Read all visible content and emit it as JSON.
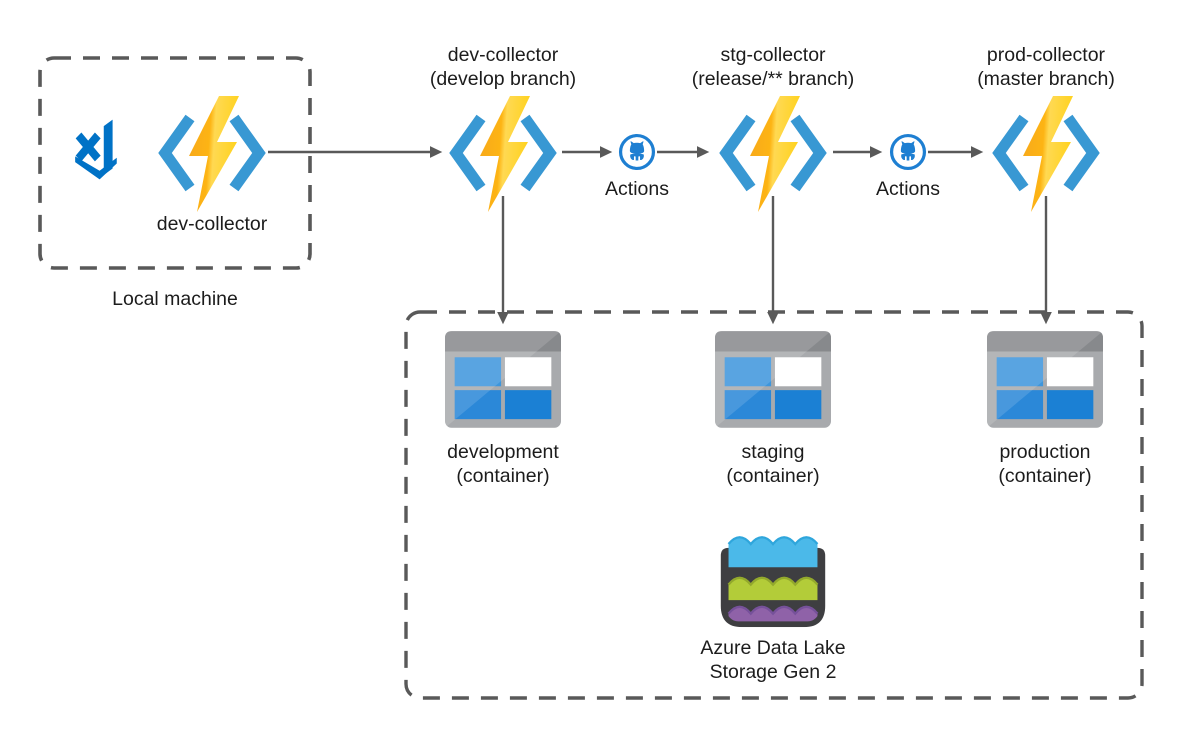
{
  "local_machine": {
    "box_label": "Local machine",
    "function_label": "dev-collector"
  },
  "pipeline": [
    {
      "title": "dev-collector",
      "subtitle": "(develop branch)"
    },
    {
      "title": "stg-collector",
      "subtitle": "(release/** branch)"
    },
    {
      "title": "prod-collector",
      "subtitle": "(master branch)"
    }
  ],
  "github": {
    "actions_labels": [
      "Actions",
      "Actions"
    ]
  },
  "storage": {
    "containers": [
      {
        "title": "development",
        "subtitle": "(container)"
      },
      {
        "title": "staging",
        "subtitle": "(container)"
      },
      {
        "title": "production",
        "subtitle": "(container)"
      }
    ],
    "datalake": {
      "line1": "Azure Data Lake",
      "line2": "Storage Gen 2"
    }
  },
  "icons": {
    "vscode": "vscode-icon",
    "azure_functions": "azure-functions-icon",
    "github_actions": "github-actions-icon",
    "blob_container": "storage-container-icon",
    "data_lake": "data-lake-icon"
  },
  "colors": {
    "arrow_gray": "#595959",
    "functions_bracket_blue": "#3898D3",
    "bolt_gold": "#F7A81B",
    "bolt_light": "#FFD952",
    "vscode_blue": "#0072C6",
    "github_blue": "#1E7FD2",
    "container_gray": "#A8AAAD",
    "container_blue": "#1B80D4",
    "lake_dark": "#3E3E41",
    "lake_blue": "#4BB9E9",
    "lake_green": "#B3CC39",
    "lake_purple": "#8F62A8",
    "text": "#1c1c1c"
  }
}
